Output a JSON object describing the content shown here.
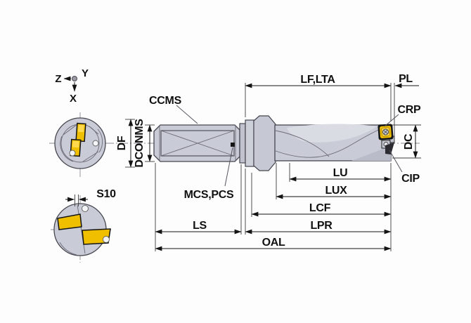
{
  "figure": {
    "kind": "technical-dimension-drawing",
    "subject": "indexable insert drill with coolant holes, side view plus shank-end and point-end views"
  },
  "axis_indicator": {
    "z": "Z",
    "y": "Y",
    "x": "X"
  },
  "callouts": {
    "ccms": "CCMS",
    "mcs_pcs": "MCS,PCS",
    "crp": "CRP",
    "cip": "CIP"
  },
  "dimensions": {
    "lf_lta": "LF,LTA",
    "pl": "PL",
    "dc": "DC",
    "lu": "LU",
    "lux": "LUX",
    "lcf": "LCF",
    "lpr": "LPR",
    "ls": "LS",
    "oal": "OAL",
    "df": "DF",
    "dconms": "DCONMS",
    "s10": "S10"
  },
  "colors": {
    "tool_body": "#c9cbd6",
    "tool_shading": "#b9bbc8",
    "flute_highlight": "#dadce4",
    "outline": "#46464f",
    "insert_yellow": "#f0c000",
    "insert_highlight": "#ffd94d",
    "dimension_lines": "#141414",
    "background": "#fdfdfe"
  }
}
